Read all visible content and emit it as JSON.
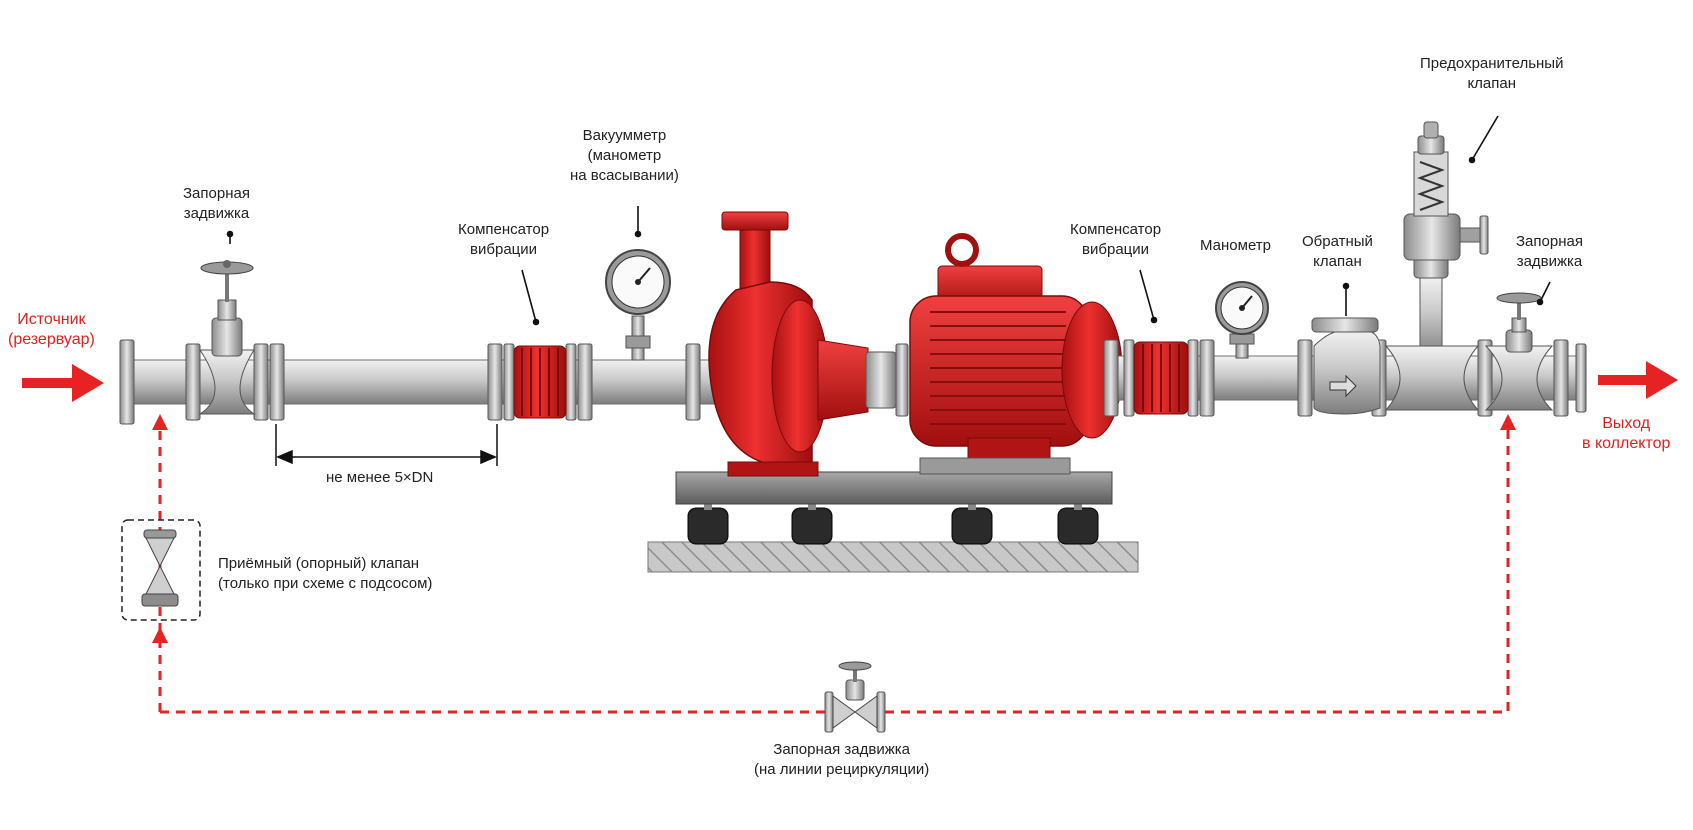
{
  "labels": {
    "source": {
      "line1": "Источник",
      "line2": "(резервуар)"
    },
    "outlet": {
      "line1": "Выход",
      "line2": "в коллектор"
    },
    "gate_valve_inlet": {
      "line1": "Запорная",
      "line2": "задвижка"
    },
    "compensator_inlet": {
      "line1": "Компенсатор",
      "line2": "вибрации"
    },
    "vacuum_gauge": {
      "line1": "Вакуумметр",
      "line2": "(манометр",
      "line3": "на всасывании)"
    },
    "compensator_outlet": {
      "line1": "Компенсатор",
      "line2": "вибрации"
    },
    "pressure_gauge": {
      "line1": "Манометр"
    },
    "check_valve": {
      "line1": "Обратный",
      "line2": "клапан"
    },
    "safety_valve": {
      "line1": "Предохранительный",
      "line2": "клапан"
    },
    "gate_valve_outlet": {
      "line1": "Запорная",
      "line2": "задвижка"
    },
    "min_length": {
      "text": "не менее 5×DN"
    },
    "foot_valve": {
      "line1": "Приёмный (опорный) клапан",
      "line2": "(только при схеме с подсосом)"
    },
    "recirculation_valve": {
      "line1": "Запорная задвижка",
      "line2": "(на линии рециркуляции)"
    }
  },
  "colors": {
    "pump_red": "#d81e1e",
    "pipe_grey": "#c4c4c4",
    "flow_red": "#e62222",
    "base_grey": "#8a8a8a"
  }
}
